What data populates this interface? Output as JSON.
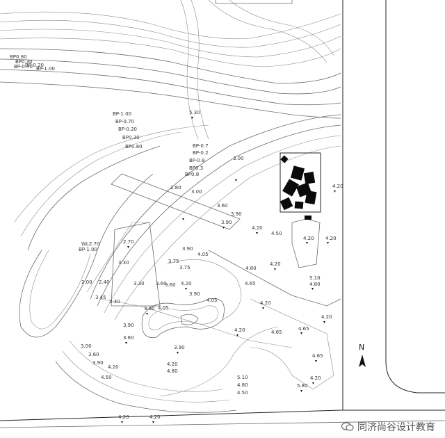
{
  "north_label": "N",
  "watermark_text": "同济尚谷设计教育",
  "elevations": [
    "5.30",
    "3.00",
    "2.80",
    "3.00",
    "3.60",
    "3.90",
    "3.90",
    "4.20",
    "4.50",
    "4.20",
    "4.20",
    "4.20",
    "4.20",
    "4.80",
    "5.10",
    "4.80",
    "4.20",
    "4.65",
    "4.65",
    "4.20",
    "4.65",
    "4.65",
    "4.20",
    "5.10",
    "4.80",
    "4.50",
    "5.80",
    "4.20",
    "4.20",
    "4.20",
    "2.70",
    "3.30",
    "3.90",
    "3.75",
    "3.75",
    "4.05",
    "4.20",
    "3.90",
    "4.05",
    "3.60",
    "4.05",
    "3.90",
    "3.60",
    "3.90",
    "4.20",
    "4.80",
    "3.00",
    "3.60",
    "3.90",
    "4.20",
    "4.50",
    "2.00",
    "2.40",
    "3.45",
    "3.30",
    "3.30",
    "3.60",
    "3.60"
  ],
  "bp_labels": [
    "BP-1.00",
    "BP-0.70",
    "BP-0.20",
    "BP0.30",
    "BP0.80",
    "BP0.80",
    "BP0.30",
    "BP-0.20",
    "BP-0.70",
    "BP-1.00",
    "BP-0.7",
    "BP-0.2",
    "BP-0.8",
    "BP0.3",
    "BP0.8",
    "WL2.70",
    "BP-1.00"
  ]
}
